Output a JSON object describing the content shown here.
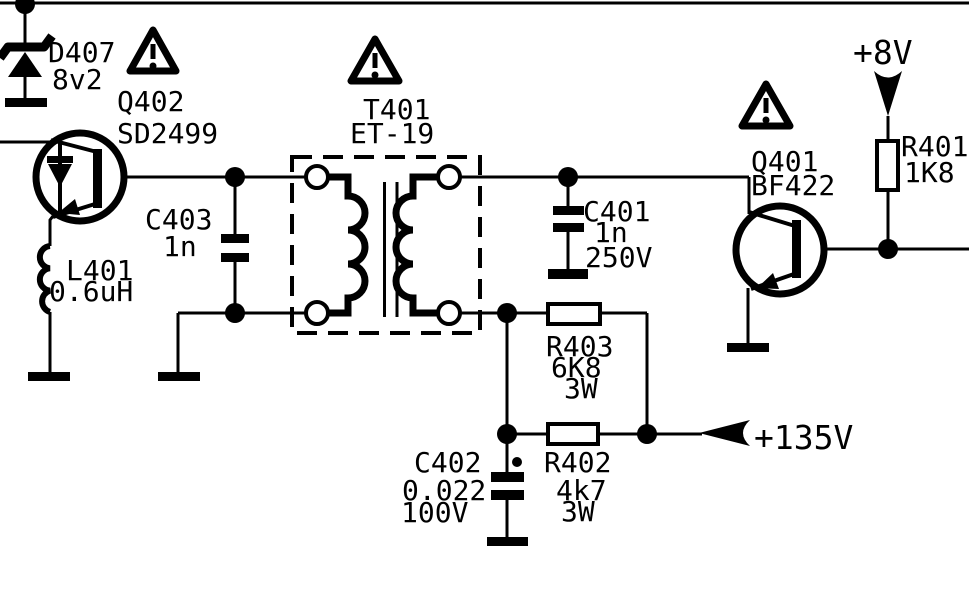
{
  "palette": {
    "line": "#000000",
    "background": "#ffffff"
  },
  "components": {
    "d407": {
      "ref": "D407",
      "value": "8v2",
      "type": "zener-diode"
    },
    "q402": {
      "ref": "Q402",
      "part": "SD2499",
      "type": "npn-transistor-with-damper-diode"
    },
    "l401": {
      "ref": "L401",
      "value": "0.6uH",
      "type": "inductor"
    },
    "c403": {
      "ref": "C403",
      "value": "1n",
      "type": "capacitor"
    },
    "t401": {
      "ref": "T401",
      "part": "ET-19",
      "type": "transformer"
    },
    "c401": {
      "ref": "C401",
      "value": "1n",
      "voltage": "250V",
      "type": "capacitor"
    },
    "q401": {
      "ref": "Q401",
      "part": "BF422",
      "type": "npn-transistor"
    },
    "r401": {
      "ref": "R401",
      "value": "1K8",
      "type": "resistor"
    },
    "r403": {
      "ref": "R403",
      "value": "6K8",
      "power": "3W",
      "type": "resistor"
    },
    "r402": {
      "ref": "R402",
      "value": "4k7",
      "power": "3W",
      "type": "resistor"
    },
    "c402": {
      "ref": "C402",
      "value": "0.022",
      "voltage": "100V",
      "type": "capacitor"
    }
  },
  "supplies": {
    "v8": "+8V",
    "v135": "+135V"
  }
}
